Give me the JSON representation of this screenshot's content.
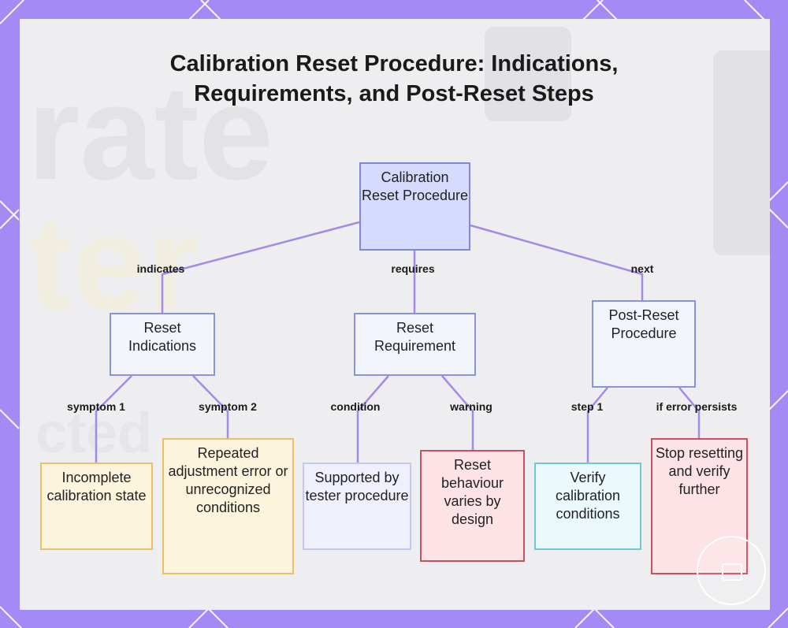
{
  "title": "Calibration Reset Procedure: Indications, Requirements, and Post-Reset Steps",
  "colors": {
    "frame": "#a38af5",
    "panel": "#eeeef0",
    "connector": "#a48ae6",
    "root_fill": "#d6dbfd",
    "orange_border": "#eac067",
    "red_border": "#c9505e",
    "cyan_border": "#6cc6dc"
  },
  "background_text": [
    "rate",
    "ter",
    "cted"
  ],
  "nodes": {
    "root": "Calibration Reset Procedure",
    "reset_indications": "Reset Indications",
    "reset_requirement": "Reset Requirement",
    "post_reset_procedure": "Post-Reset Procedure",
    "incomplete_state": "Incomplete calibration state",
    "repeated_error": "Repeated adjustment error or unrecognized conditions",
    "supported_by_tester": "Supported by tester procedure",
    "behaviour_varies": "Reset behaviour varies by design",
    "verify_conditions": "Verify calibration conditions",
    "stop_resetting": "Stop resetting and verify further"
  },
  "edges": {
    "indicates": "indicates",
    "requires": "requires",
    "next": "next",
    "symptom1": "symptom 1",
    "symptom2": "symptom 2",
    "condition": "condition",
    "warning": "warning",
    "step1": "step 1",
    "if_error_persists": "if error persists"
  },
  "badge_icon": "window-icon"
}
